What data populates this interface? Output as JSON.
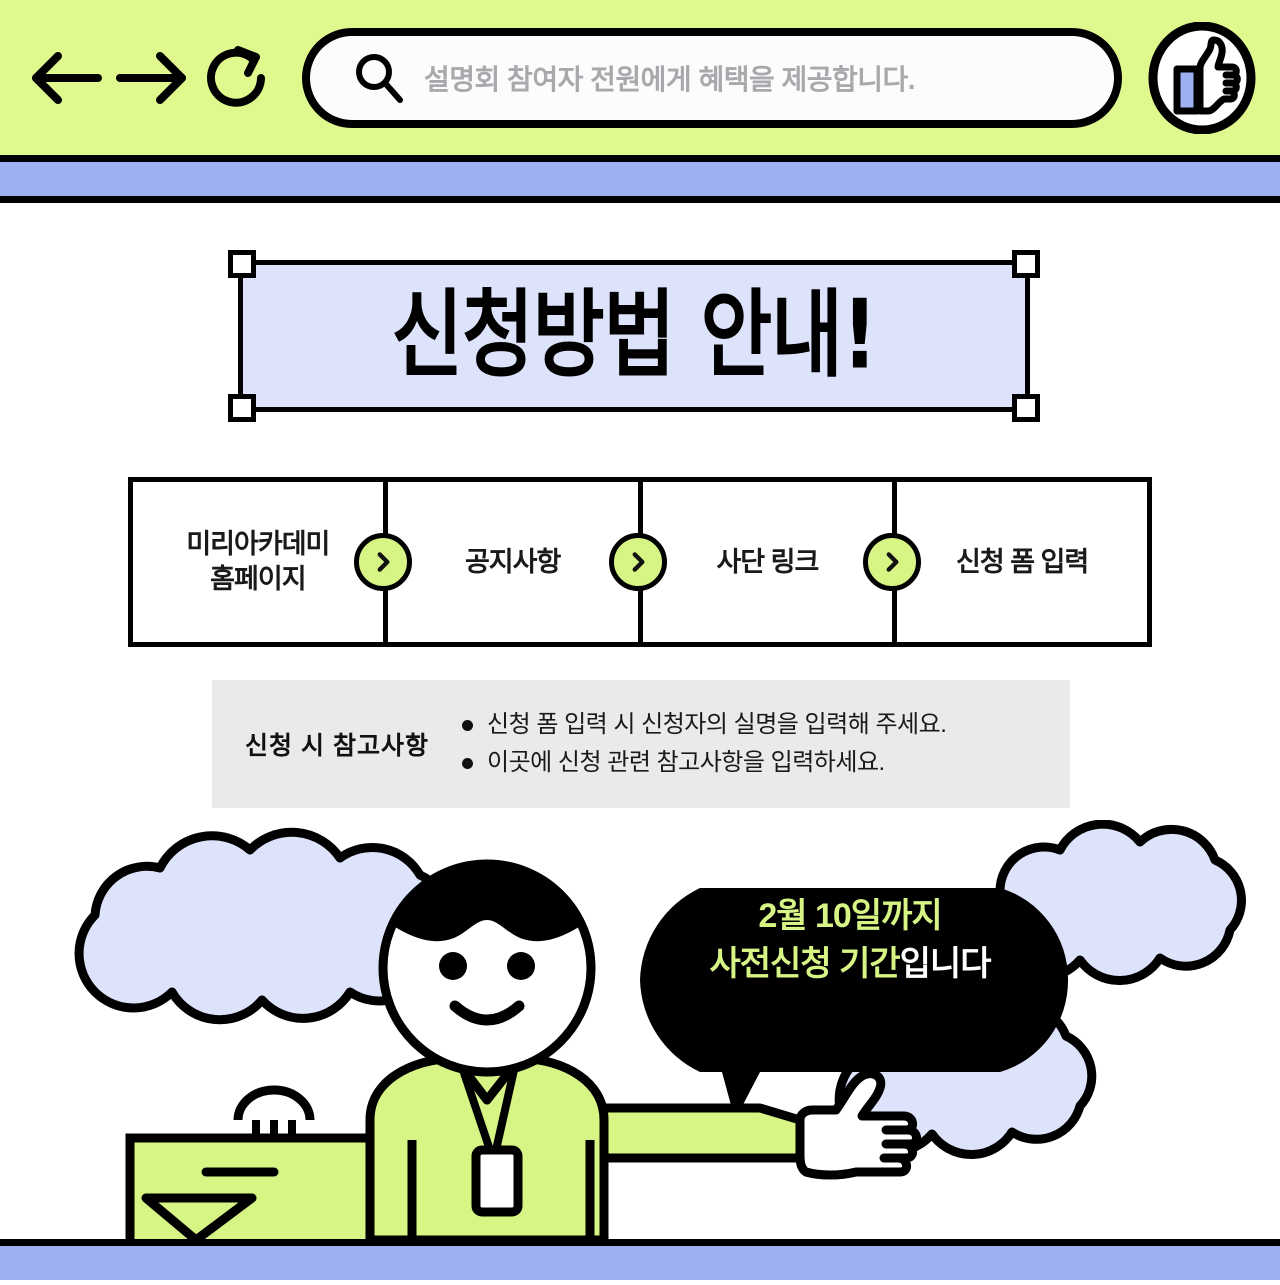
{
  "browser": {
    "back_icon": "arrow-left-icon",
    "forward_icon": "arrow-right-icon",
    "reload_icon": "reload-icon",
    "search": {
      "icon": "search-icon",
      "value": "설명회 참여자 전원에게 혜택을 제공합니다.",
      "placeholder": "설명회 참여자 전원에게 혜택을 제공합니다."
    },
    "like_icon": "thumbs-up-icon"
  },
  "title": {
    "text": "신청방법 안내!",
    "handles": [
      "top-left",
      "top-right",
      "bottom-left",
      "bottom-right"
    ]
  },
  "steps": [
    {
      "label": "미리아카데미\n홈페이지",
      "arrow_icon": "chevron-right-icon"
    },
    {
      "label": "공지사항",
      "arrow_icon": "chevron-right-icon"
    },
    {
      "label": "사단 링크",
      "arrow_icon": "chevron-right-icon"
    },
    {
      "label": "신청 폼 입력",
      "arrow_icon": ""
    }
  ],
  "notes": {
    "title": "신청 시 참고사항",
    "items": [
      "신청 폼 입력 시 신청자의 실명을 입력해 주세요.",
      "이곳에 신청 관련 참고사항을 입력하세요."
    ]
  },
  "bubble": {
    "line1": "2월 10일까지",
    "line2_highlight": "사전신청 기간",
    "line2_rest": "입니다"
  },
  "illustration": {
    "person": "person-pointing",
    "bag": "briefcase",
    "badge": "id-badge",
    "clouds": 3
  },
  "colors": {
    "header_green": "#e0f98e",
    "band_blue": "#9cb0f2",
    "title_bg": "#dde3fb",
    "accent_green": "#d7f585",
    "notes_bg": "#eaeaec",
    "cloud_blue": "#dce3fa",
    "black": "#000000"
  }
}
